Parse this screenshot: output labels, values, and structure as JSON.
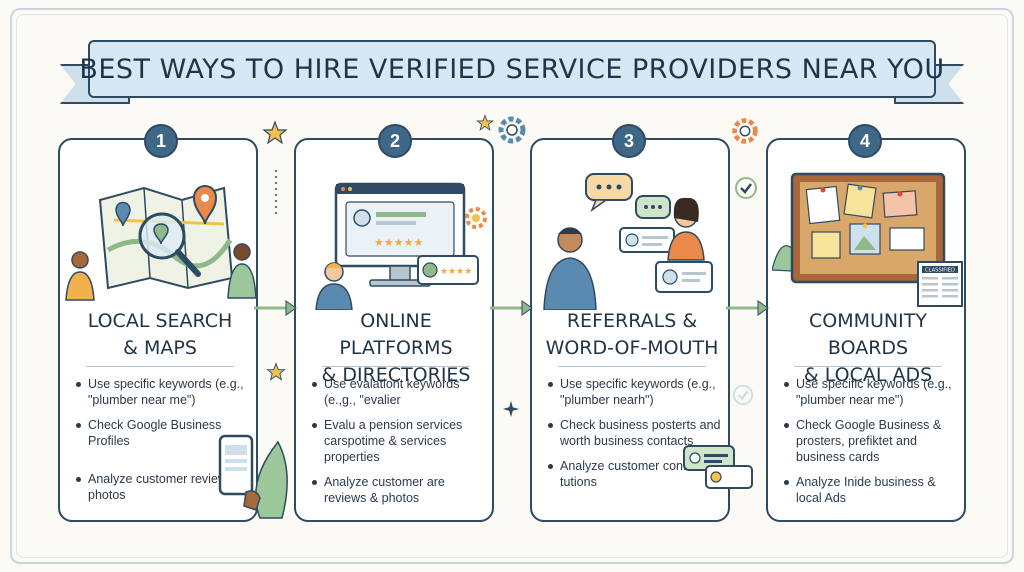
{
  "title": "BEST WAYS TO HIRE VERIFIED SERVICE PROVIDERS NEAR YOU",
  "colors": {
    "ink": "#2f4a63",
    "banner": "#d6e8f3",
    "badge": "#3f6787",
    "accent_green": "#8fb98a",
    "accent_orange": "#e98a4a",
    "accent_yellow": "#f2c14e"
  },
  "steps": [
    {
      "number": "1",
      "title_line1": "LOCAL SEARCH",
      "title_line2": "& MAPS",
      "bullets": [
        "Use specific keywords (e.g., \"plumber near me\")",
        "Check Google Business Profiles",
        "Analyze customer reviews & photos"
      ],
      "icons": [
        "map-icon",
        "magnifier-icon",
        "location-pin-icon",
        "smartphone-icon"
      ]
    },
    {
      "number": "2",
      "title_line1": "ONLINE PLATFORMS",
      "title_line2": "& DIRECTORIES",
      "bullets": [
        "Use évalationt keywords (e.,g., \"evalier",
        "Evalu a pension services carspotime & services properties",
        "Analyze customer are reviews & photos"
      ],
      "icons": [
        "computer-monitor-icon",
        "profile-card-icon",
        "rating-stars-icon",
        "gear-icon"
      ]
    },
    {
      "number": "3",
      "title_line1": "REFERRALS &",
      "title_line2": "WORD-OF-MOUTH",
      "bullets": [
        "Use specific keywords (e.g., \"plumber nearh\")",
        "Check business posterts and worth business contacts",
        "Analyze customer contact tutions"
      ],
      "icons": [
        "speech-bubble-icon",
        "contact-card-icon",
        "people-icon"
      ]
    },
    {
      "number": "4",
      "title_line1": "COMMUNITY BOARDS",
      "title_line2": "& LOCAL ADS",
      "bullets": [
        "Use specific keywords (e.g., \"plumber near me\")",
        "Check Google Business & prosters, prefiktet and business cards",
        "Analyze Inide business & local Ads"
      ],
      "icons": [
        "cork-board-icon",
        "newspaper-icon",
        "checkmark-icon"
      ]
    }
  ],
  "newspaper_label": "CLASSIFIED"
}
